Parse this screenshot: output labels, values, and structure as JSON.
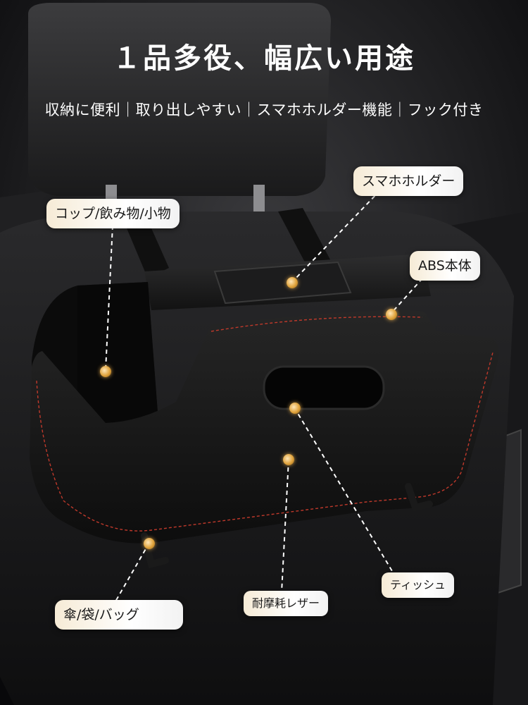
{
  "headline": "１品多役、幅広い用途",
  "subline": "収納に便利｜取り出しやすい｜スマホホルダー機能｜フック付き",
  "callouts": {
    "cup": "コップ/飲み物/小物",
    "phone": "スマホホルダー",
    "abs": "ABS本体",
    "tissue": "ティッシュ",
    "leather": "耐摩耗レザー",
    "umbrella": "傘/袋/バッグ"
  },
  "colors": {
    "callout_gradient_start": "#f6ebd6",
    "dot_gold": "#e0a33c",
    "stitch_red": "#c0392b",
    "organizer_black": "#141414"
  }
}
